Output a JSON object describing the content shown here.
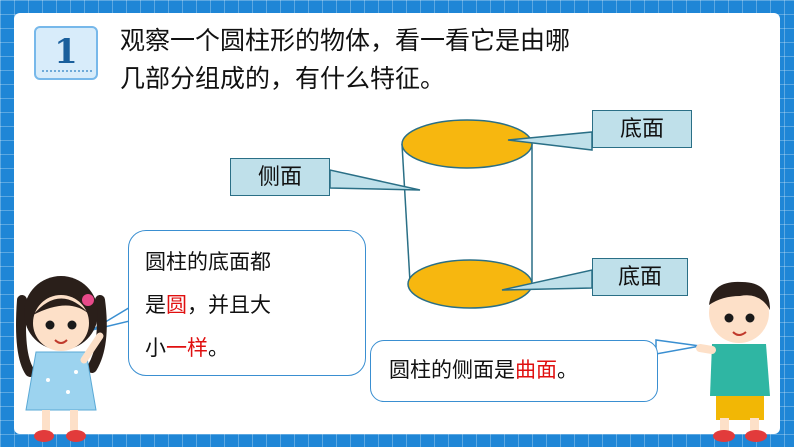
{
  "badge_number": "1",
  "prompt": {
    "line1": "观察一个圆柱形的物体，看一看它是由哪",
    "line2": "几部分组成的，有什么特征。"
  },
  "labels": {
    "bottom_face_top": "底面",
    "side_face": "侧面",
    "bottom_face_bottom": "底面"
  },
  "girl_bubble": {
    "line1": "圆柱的底面都",
    "line2_pre": "是",
    "line2_red": "圆",
    "line2_post": "，并且大",
    "line3_pre": "小",
    "line3_red": "一样",
    "line3_post": "。"
  },
  "boy_bubble": {
    "pre": "圆柱的侧面是",
    "red": "曲面",
    "post": "。"
  },
  "colors": {
    "background": "#1f86d6",
    "cylinder_face": "#f7b70f",
    "callout_fill": "#bfe0ea",
    "highlight": "#e01010"
  }
}
